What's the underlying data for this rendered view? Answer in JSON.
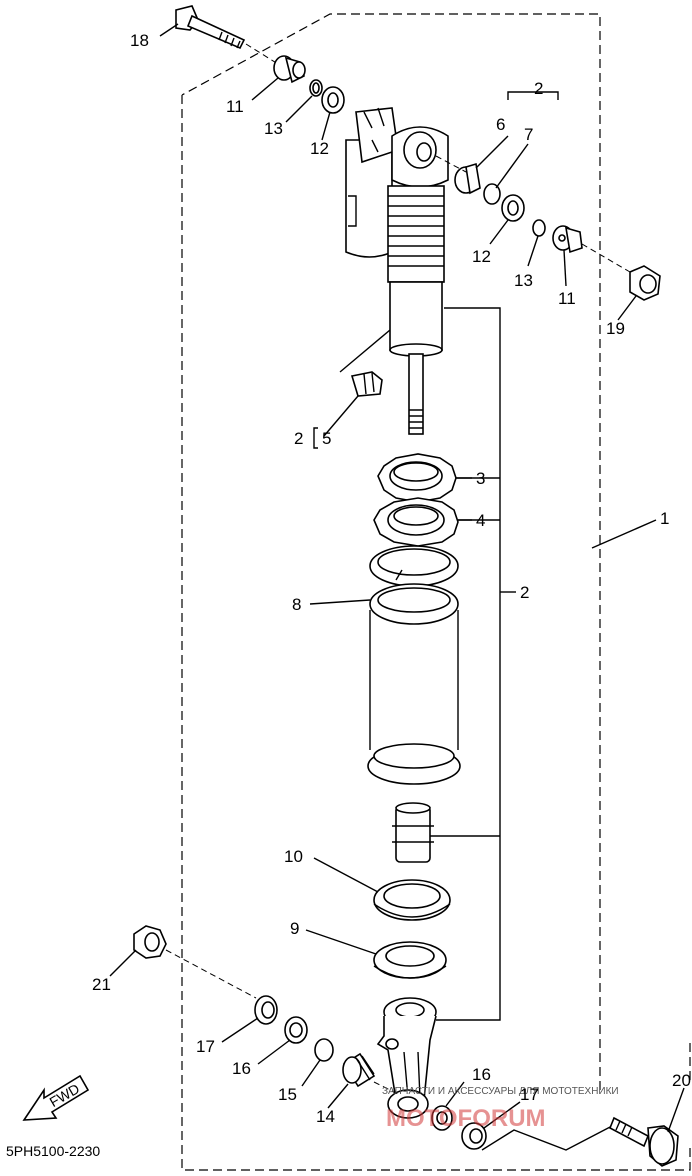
{
  "diagram": {
    "code": "5PH5100-2230",
    "fwd_label": "FWD",
    "watermark": {
      "text": "ЗАПЧАСТИ И АКСЕССУАРЫ ДЛЯ МОТОТЕХНИКИ",
      "logo": "MOTOFORUM"
    },
    "callouts": {
      "c1": "1",
      "c2a": "2",
      "c2b": "2",
      "c2c": "2",
      "c3": "3",
      "c4": "4",
      "c5": "5",
      "c6": "6",
      "c7": "7",
      "c8": "8",
      "c9": "9",
      "c10": "10",
      "c11a": "11",
      "c11b": "11",
      "c12a": "12",
      "c12b": "12",
      "c13a": "13",
      "c13b": "13",
      "c14": "14",
      "c15": "15",
      "c16a": "16",
      "c16b": "16",
      "c17a": "17",
      "c17b": "17",
      "c18": "18",
      "c19": "19",
      "c20": "20",
      "c21": "21"
    }
  }
}
